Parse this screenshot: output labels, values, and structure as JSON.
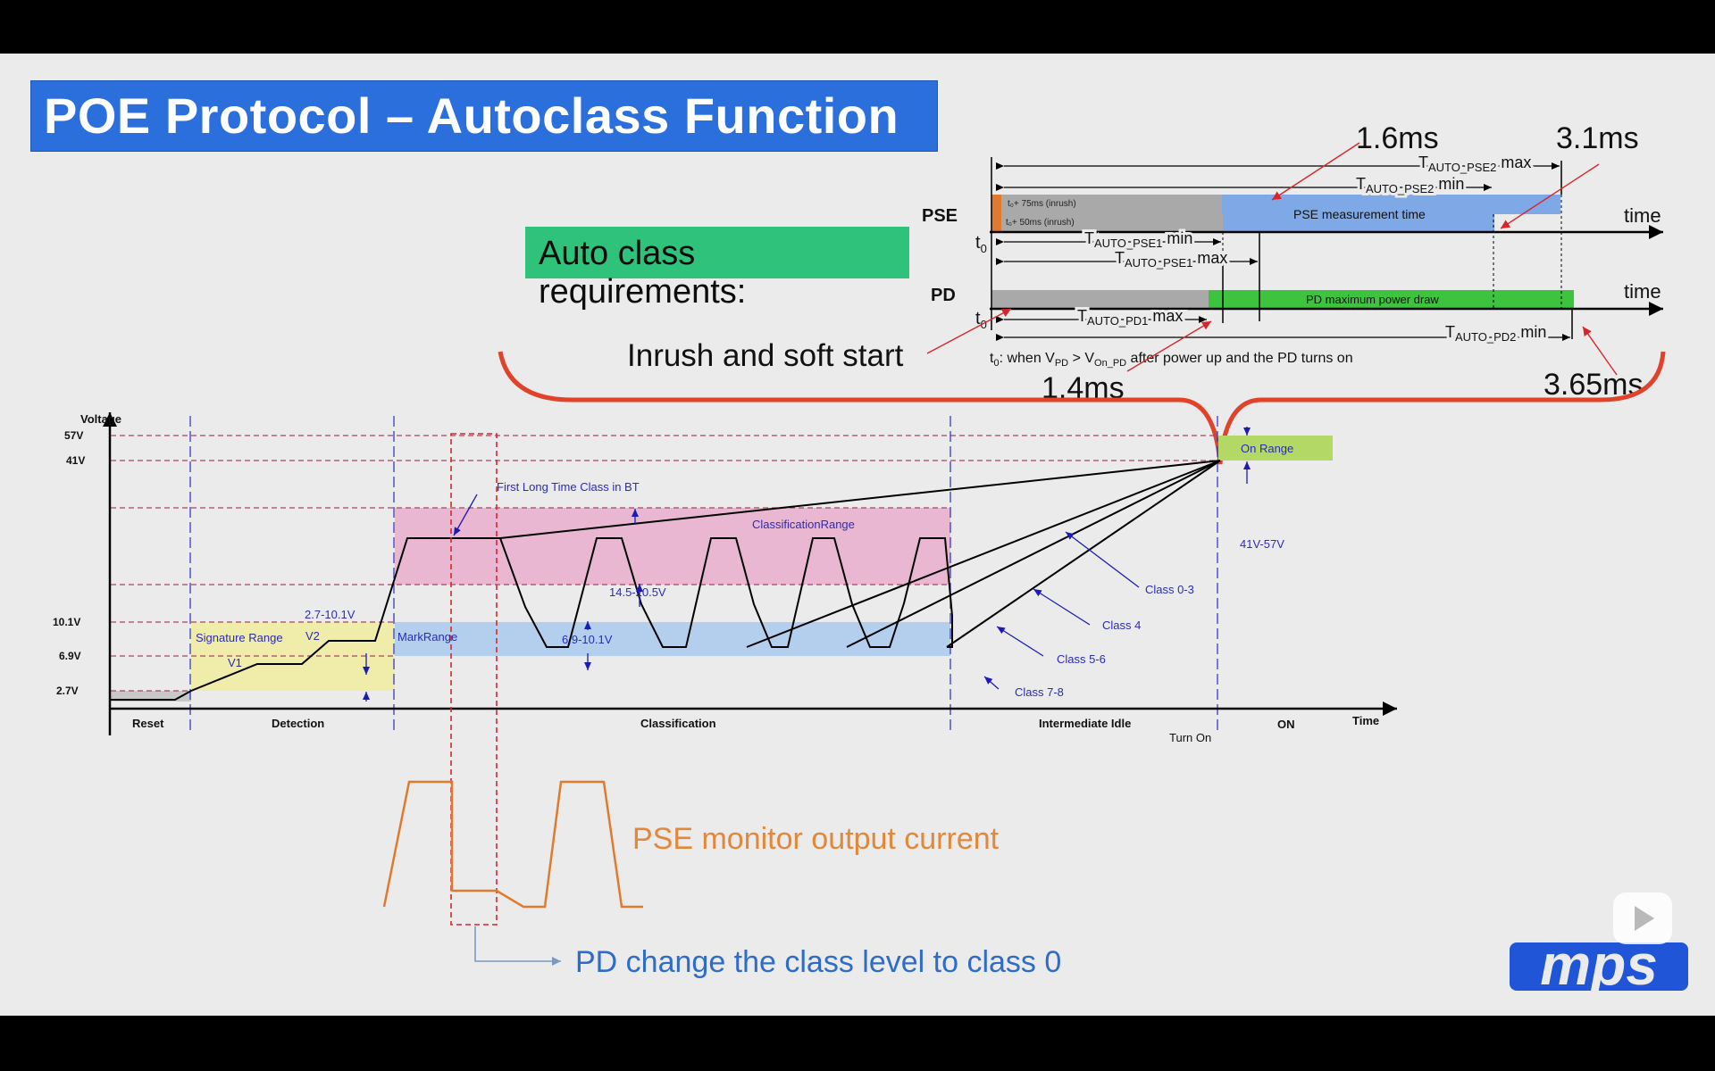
{
  "slide": {
    "title": "POE Protocol – Autoclass Function",
    "requirements_label": "Auto class requirements:",
    "inrush_label": "Inrush and soft start",
    "callout_1_6": "1.6ms",
    "callout_3_1": "3.1ms",
    "callout_1_4": "1.4ms",
    "callout_3_65": "3.65ms",
    "pse_monitor_label": "PSE monitor output current",
    "pd_change_label": "PD change the class level to class 0",
    "logo_text": "mps"
  },
  "timing": {
    "pse_label": "PSE",
    "pd_label": "PD",
    "time_label": "time",
    "t0": "t",
    "t0_sub": "0",
    "t_auto": "T",
    "sub_pse2": "AUTO_PSE2",
    "sub_pse1": "AUTO_PSE1",
    "sub_pd1": "AUTO_PD1",
    "sub_pd2": "AUTO_PD2",
    "max": "max",
    "min": "min",
    "inrush_75": "t₀+ 75ms (inrush)",
    "inrush_50": "t₀+ 50ms (inrush)",
    "pse_measure": "PSE measurement time",
    "pd_max_power": "PD maximum power draw",
    "note_pre": "t",
    "note_sub0": "0",
    "note_mid": ": when V",
    "note_subpd": "PD",
    "note_gt": " > V",
    "note_subon": "On_PD",
    "note_post": " after power up and the PD turns on",
    "colors": {
      "gray": "#a9a9a9",
      "blue": "#7ea8e6",
      "green": "#3ec33e",
      "orange": "#e07a2e"
    }
  },
  "diagram": {
    "voltage_label": "Voltage",
    "v57": "57V",
    "v41": "41V",
    "v10": "10.1V",
    "v69": "6.9V",
    "v27": "2.7V",
    "signature_range": "Signature Range",
    "v1": "V1",
    "v2": "V2",
    "mark_range": "MarkRange",
    "classification_range": "ClassificationRange",
    "first_long": "First Long Time Class in BT",
    "range_14_20": "14.5-20.5V",
    "range_69_10": "6.9-10.1V",
    "range_27_10": "2.7-10.1V",
    "on_range": "On Range",
    "range_41_57": "41V-57V",
    "class_0_3": "Class 0-3",
    "class_4": "Class 4",
    "class_5_6": "Class 5-6",
    "class_7_8": "Class 7-8",
    "turn_on": "Turn On",
    "phase_reset": "Reset",
    "phase_detection": "Detection",
    "phase_classification": "Classification",
    "phase_idle": "Intermediate Idle",
    "phase_on": "ON",
    "time_label": "Time",
    "colors": {
      "signature": "#f0ecaa",
      "classification": "#eab7d2",
      "mark": "#b4cfee",
      "on": "#b4d865",
      "reset": "#c8c8c8",
      "blue_text": "#2b2bb5"
    }
  }
}
